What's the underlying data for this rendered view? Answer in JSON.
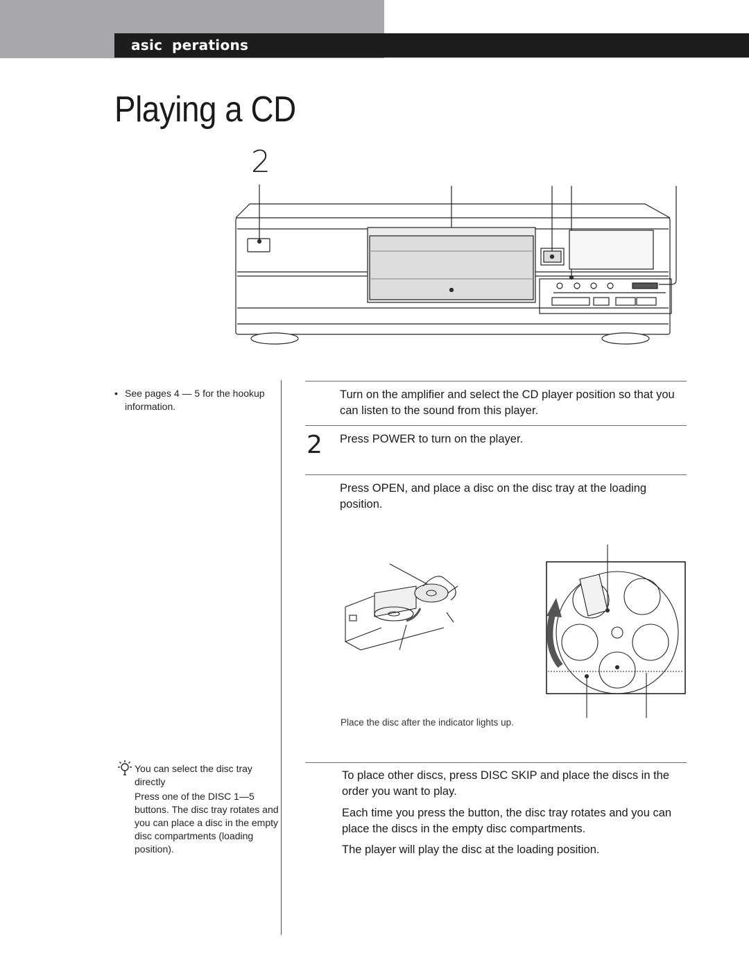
{
  "header": {
    "section_part1": "asic",
    "section_part2": "perations"
  },
  "page_title": "Playing a CD",
  "illustration": {
    "callout_number": "2"
  },
  "sidebar": {
    "hookup_note": "See pages 4 — 5 for the hookup information.",
    "tip": {
      "icon": "lightbulb-icon",
      "heading": "You can select the disc tray directly",
      "body": "Press one of the DISC 1—5 buttons. The disc tray rotates and you can place a disc in the empty disc compartments (loading position)."
    }
  },
  "steps": [
    {
      "number": "",
      "text": "Turn on the amplifier and select the CD player position so that you can listen to the sound from this player."
    },
    {
      "number": "2",
      "text": "Press POWER to turn on the player."
    },
    {
      "number": "",
      "text": "Press OPEN, and place a disc on the disc tray at the loading position."
    },
    {
      "number": "",
      "text_lines": [
        "To place other discs, press DISC SKIP and place the discs in the order you want to play.",
        "Each time you press the button, the disc tray rotates and you can place the discs in the empty disc compartments.",
        "The player will play the disc at the loading position."
      ]
    }
  ],
  "figure_caption": "Place the disc after the indicator lights up."
}
